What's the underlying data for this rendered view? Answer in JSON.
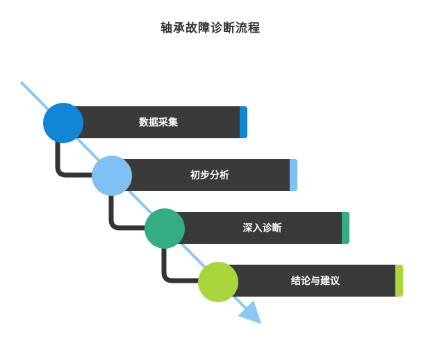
{
  "title": "轴承故障诊断流程",
  "colors": {
    "bar": "#3a3a3a",
    "connector": "#333333",
    "arrow": "#8cc8f5"
  },
  "steps": [
    {
      "label": "数据采集",
      "color": "#0f86d6"
    },
    {
      "label": "初步分析",
      "color": "#7fc0f5"
    },
    {
      "label": "深入诊断",
      "color": "#35ad84"
    },
    {
      "label": "结论与建议",
      "color": "#a8d63c"
    }
  ]
}
